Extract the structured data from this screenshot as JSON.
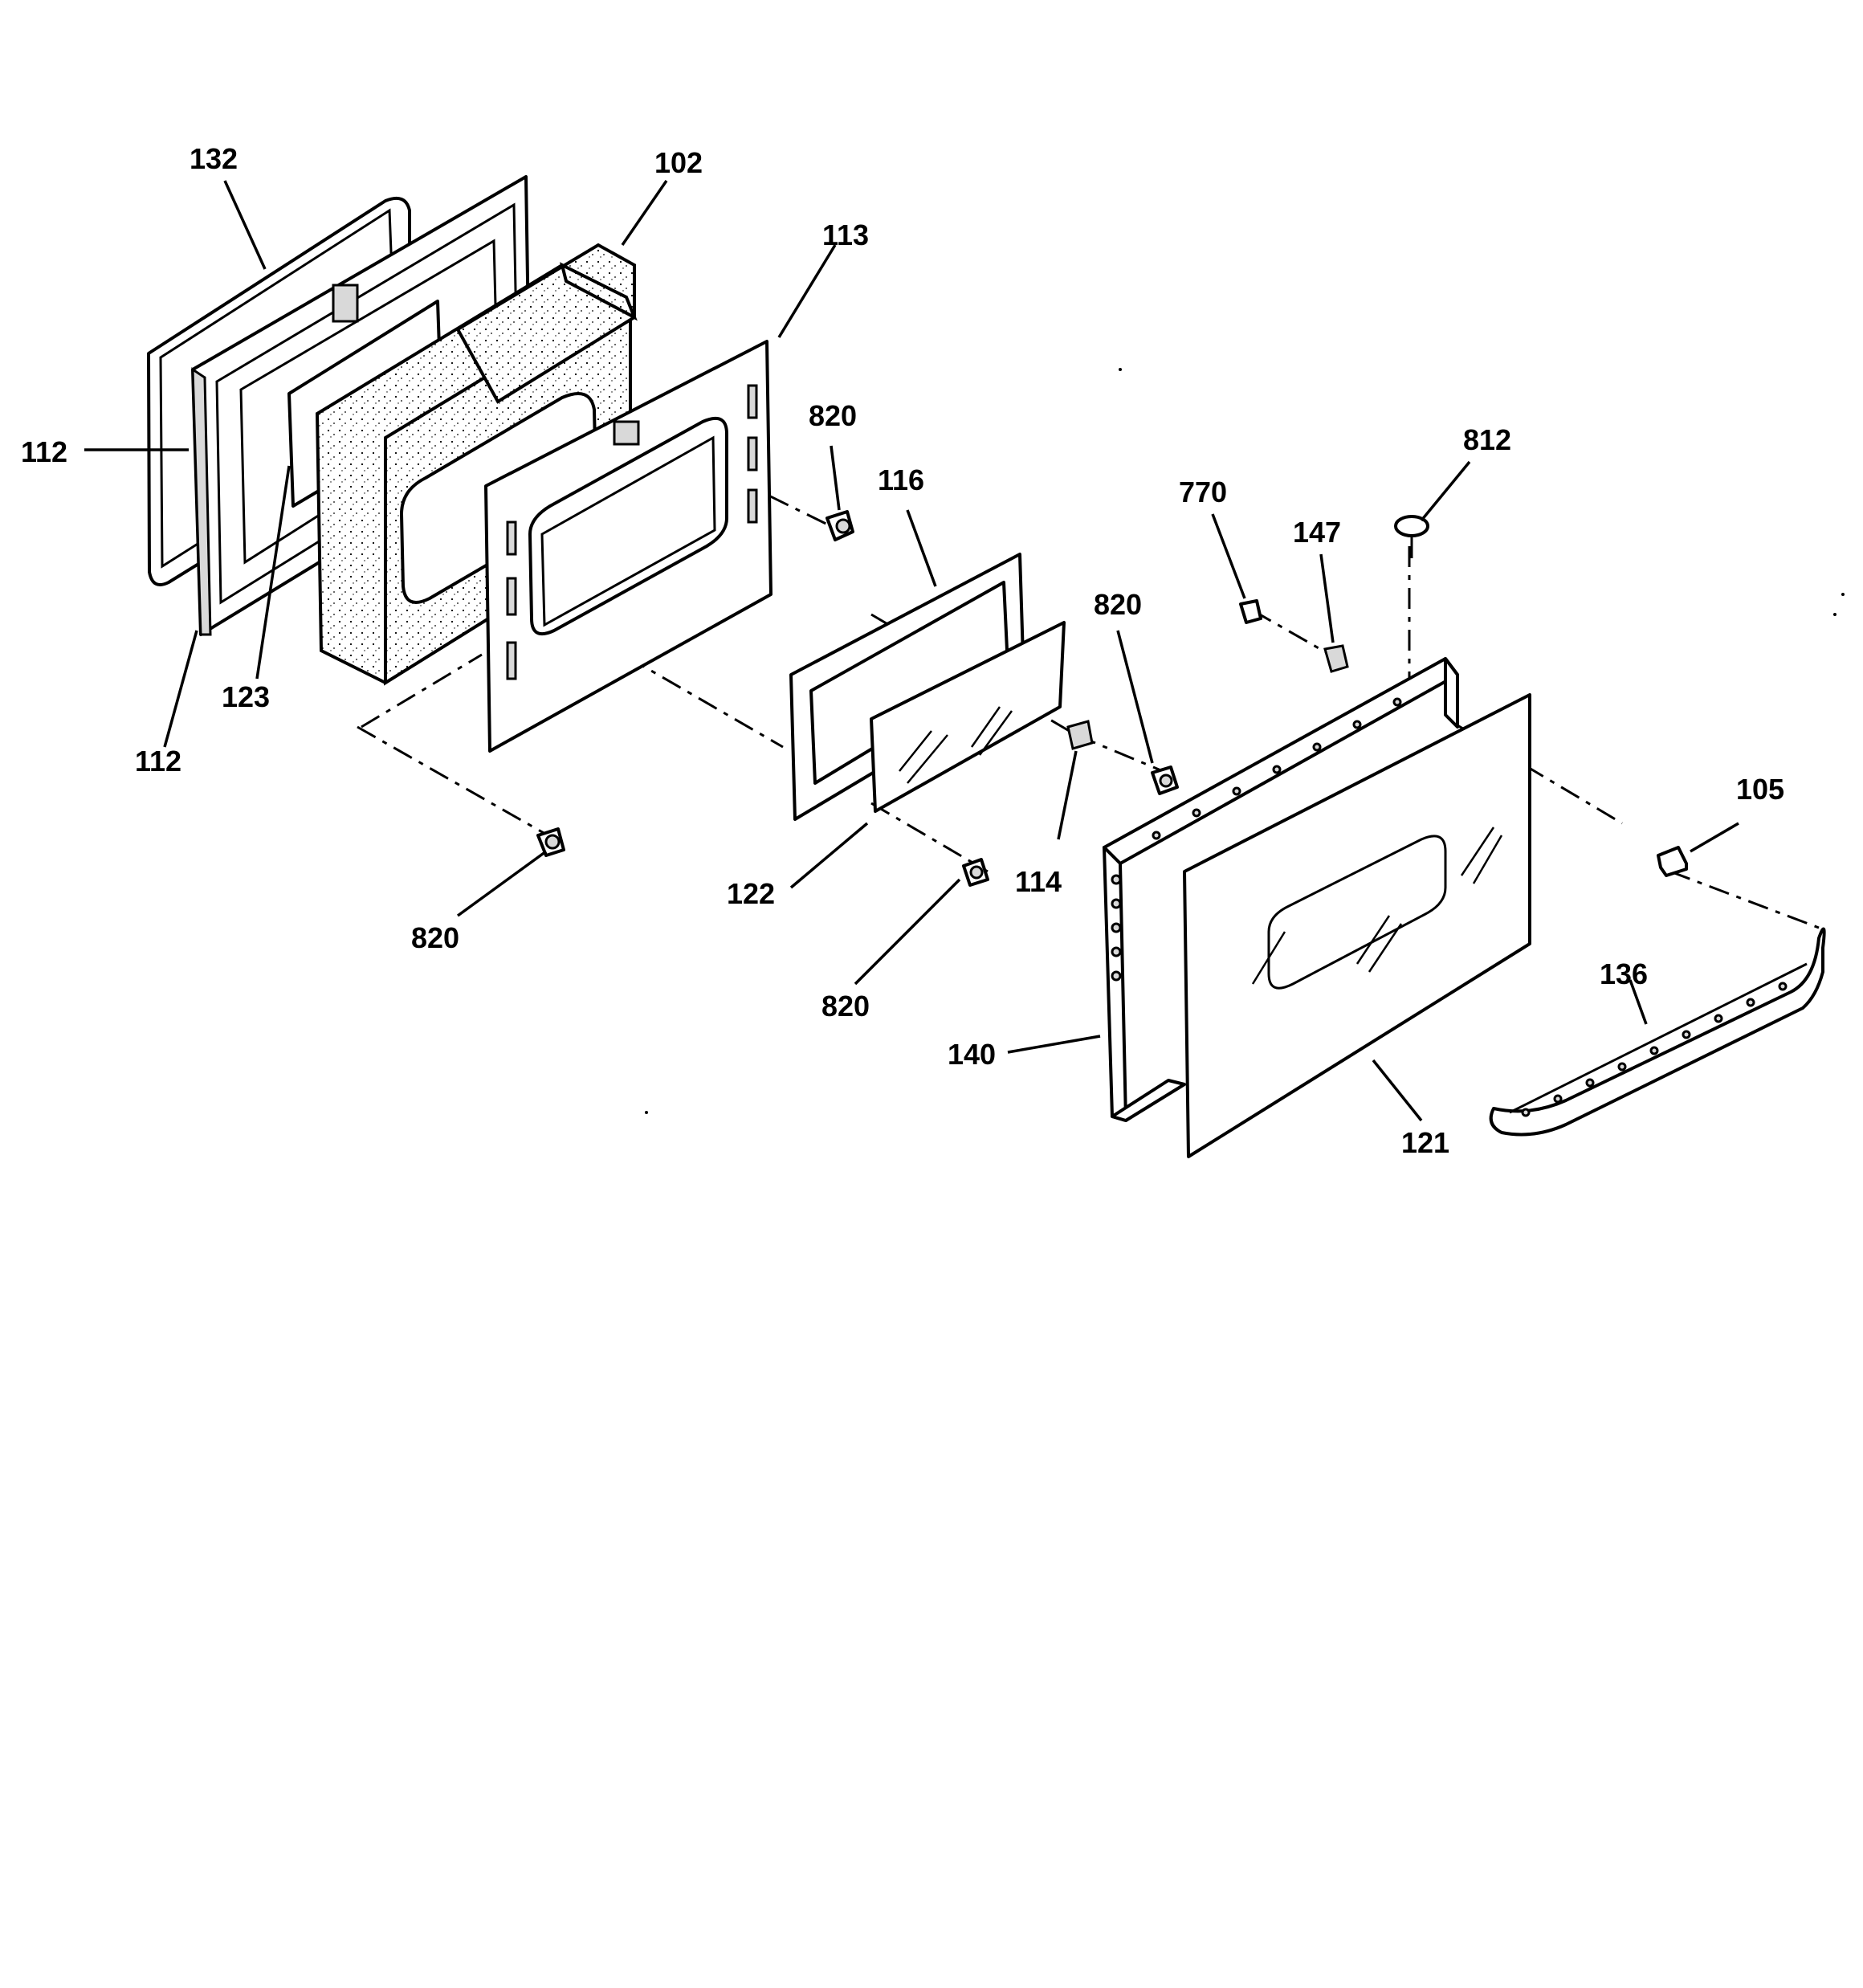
{
  "callouts": [
    {
      "id": "c132a",
      "label": "132"
    },
    {
      "id": "c102",
      "label": "102"
    },
    {
      "id": "c113",
      "label": "113"
    },
    {
      "id": "c112a",
      "label": "112"
    },
    {
      "id": "c112b",
      "label": "112"
    },
    {
      "id": "c123",
      "label": "123"
    },
    {
      "id": "c820a",
      "label": "820"
    },
    {
      "id": "c116",
      "label": "116"
    },
    {
      "id": "c770",
      "label": "770"
    },
    {
      "id": "c812",
      "label": "812"
    },
    {
      "id": "c147",
      "label": "147"
    },
    {
      "id": "c820b",
      "label": "820"
    },
    {
      "id": "c114",
      "label": "114"
    },
    {
      "id": "c122",
      "label": "122"
    },
    {
      "id": "c820c",
      "label": "820"
    },
    {
      "id": "c820d",
      "label": "820"
    },
    {
      "id": "c105",
      "label": "105"
    },
    {
      "id": "c136",
      "label": "136"
    },
    {
      "id": "c140",
      "label": "140"
    },
    {
      "id": "c121",
      "label": "121"
    }
  ]
}
